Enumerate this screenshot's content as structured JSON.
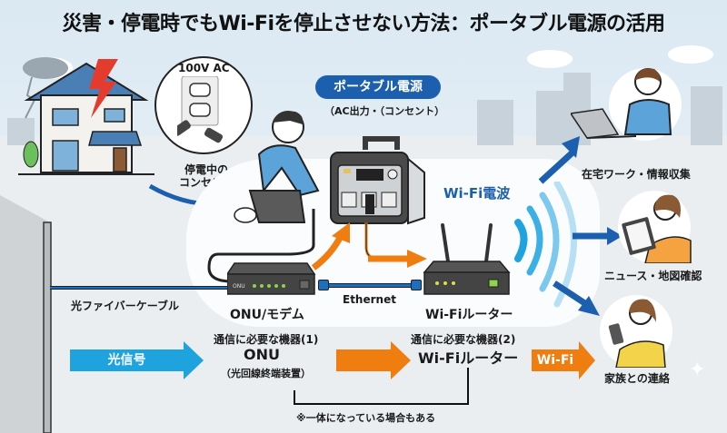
{
  "title": "災害・停電時でもWi-Fiを停止させない方法：ポータブル電源の活用",
  "outlet": {
    "voltage_label": "100V AC",
    "caption_line1": "停電中の",
    "caption_line2": "コンセント"
  },
  "power_station": {
    "label": "ポータブル電源",
    "sub_label": "（AC出力・（コンセント）"
  },
  "wifi_waves_label": "Wi-Fi電波",
  "devices": {
    "onu_label": "ONU/モデム",
    "cable_label": "Ethernet",
    "router_label": "Wi-Fiルーター",
    "fiber_label": "光ファイバーケーブル"
  },
  "uses": [
    {
      "label": "在宅ワーク・情報収集"
    },
    {
      "label": "ニュース・地図確認"
    },
    {
      "label": "家族との連絡"
    }
  ],
  "flow": {
    "signal_arrow": "光信号",
    "device1_caption": "通信に必要な機器(1)",
    "device1_name": "ONU",
    "device1_sub": "（光回線終端装置）",
    "middle_arrow": "",
    "device2_caption": "通信に必要な機器(2)",
    "device2_name": "Wi-Fiルーター",
    "wifi_arrow": "Wi-Fi",
    "note": "※一体になっている場合もある"
  },
  "colors": {
    "primary_blue": "#1c5fae",
    "light_blue": "#1ea3df",
    "orange": "#ef7d10",
    "lightning_red": "#e53b2f"
  }
}
